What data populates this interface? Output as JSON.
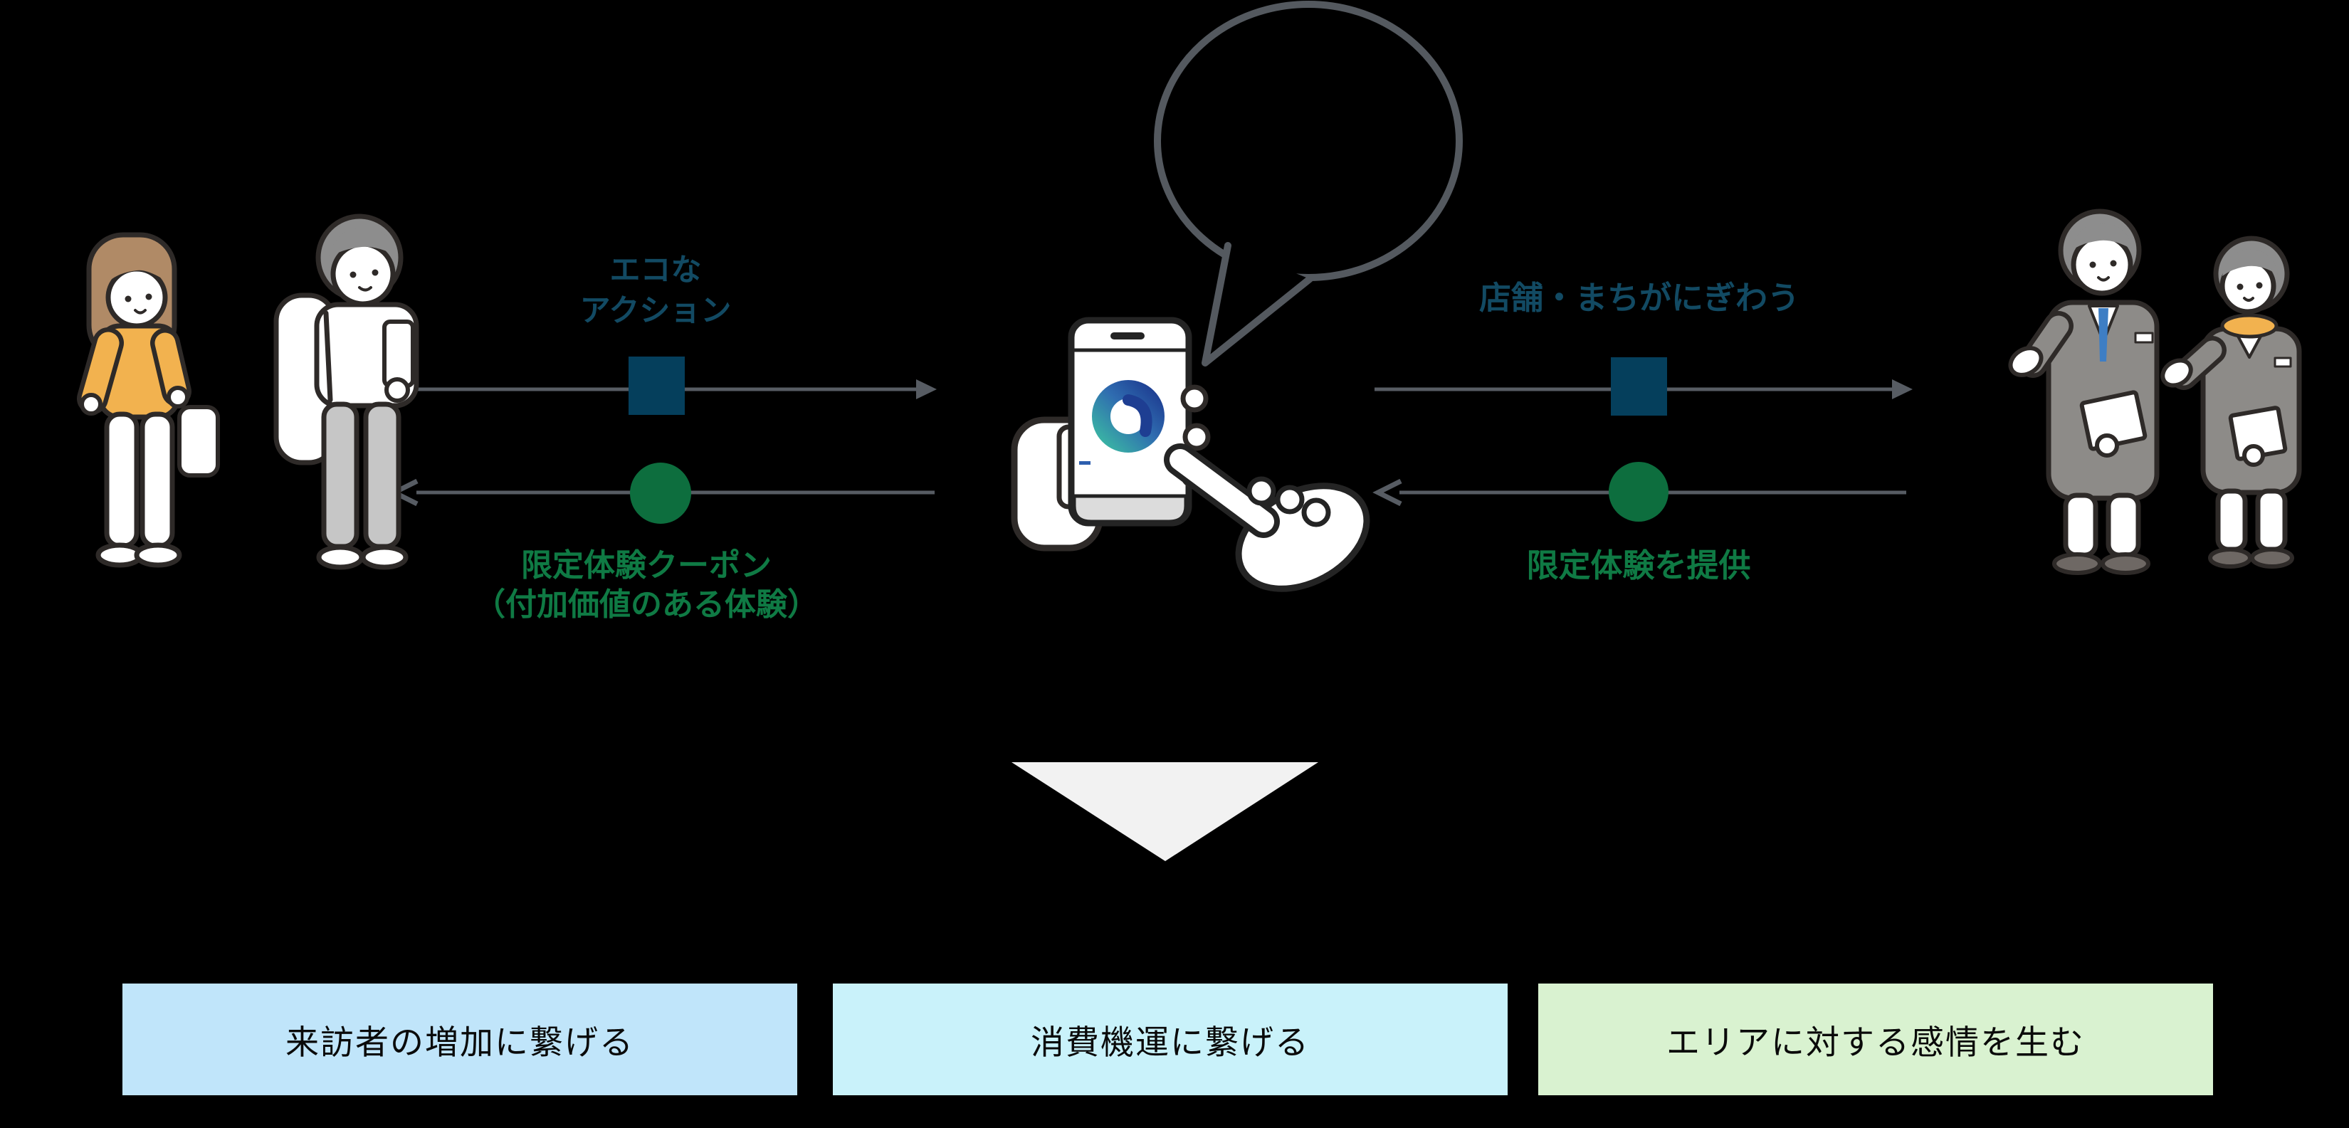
{
  "colors": {
    "background": "#000000",
    "arrow": "#575c63",
    "bubble_outline": "#54595f",
    "node_square": "#053f5c",
    "node_circle": "#0d6e3e",
    "label_blue": "#124a63",
    "label_green": "#0f7a44",
    "triangle": "#f2f2f2",
    "box_text": "#0a0a0a"
  },
  "left_exchange": {
    "give_line1": "エコな",
    "give_line2": "アクション",
    "get_line1": "限定体験クーポン",
    "get_line2": "（付加価値のある体験）"
  },
  "right_exchange": {
    "give_label": "店舗・まちがにぎわう",
    "get_label": "限定体験を提供"
  },
  "outcome_boxes": [
    {
      "label": "来訪者の増加に繋げる",
      "bg": "#c0e5fa"
    },
    {
      "label": "消費機運に繋げる",
      "bg": "#c9f2fa"
    },
    {
      "label": "エリアに対する感情を生む",
      "bg": "#d9f2d0"
    }
  ],
  "icons": {
    "speech_bubble": "speech-bubble-outline",
    "smartphone": "hand-tapping-smartphone",
    "visitors": "two-visitors-illustration",
    "staff": "two-shop-staff-illustration",
    "down_arrow": "big-down-triangle"
  }
}
